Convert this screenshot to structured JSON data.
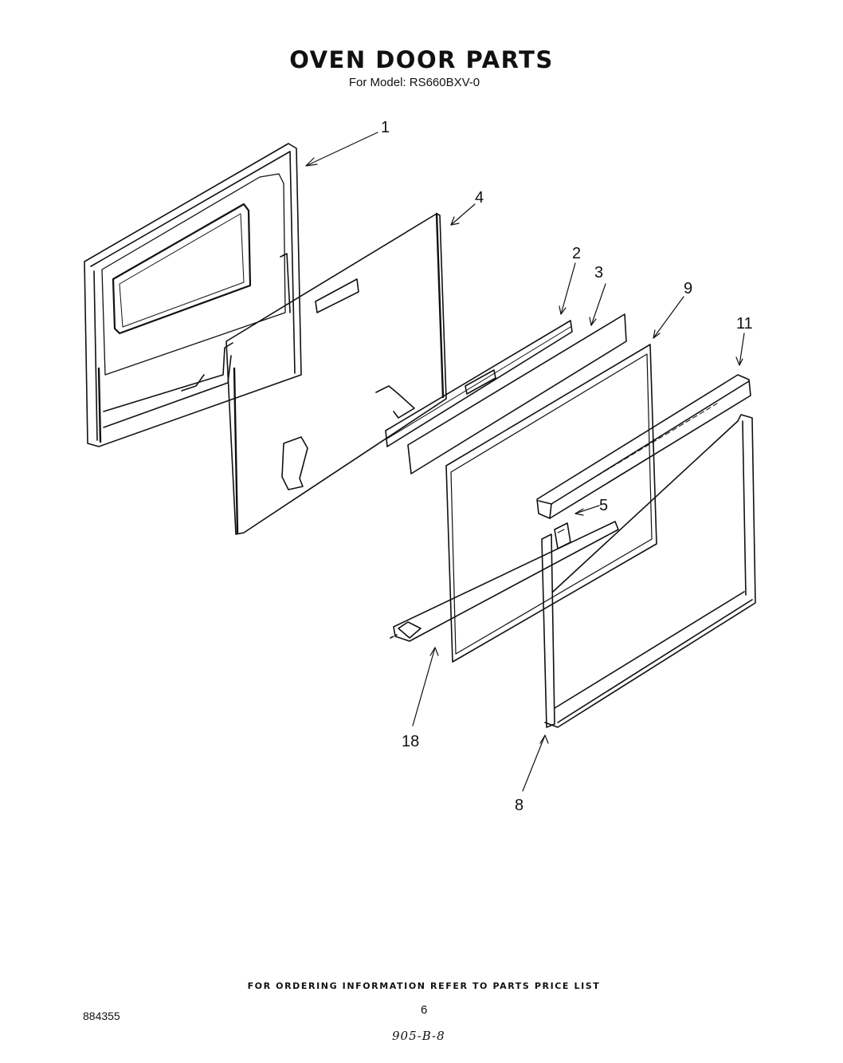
{
  "header": {
    "title": "OVEN DOOR PARTS",
    "subtitle": "For Model: RS660BXV-0"
  },
  "callouts": {
    "c1": "1",
    "c4": "4",
    "c2": "2",
    "c3": "3",
    "c9": "9",
    "c11": "11",
    "c5": "5",
    "c18": "18",
    "c8": "8"
  },
  "footer": {
    "ordering_note": "FOR ORDERING INFORMATION REFER TO PARTS PRICE LIST",
    "doc_number": "884355",
    "page_number": "6",
    "handwritten_note": "905-B-8"
  }
}
